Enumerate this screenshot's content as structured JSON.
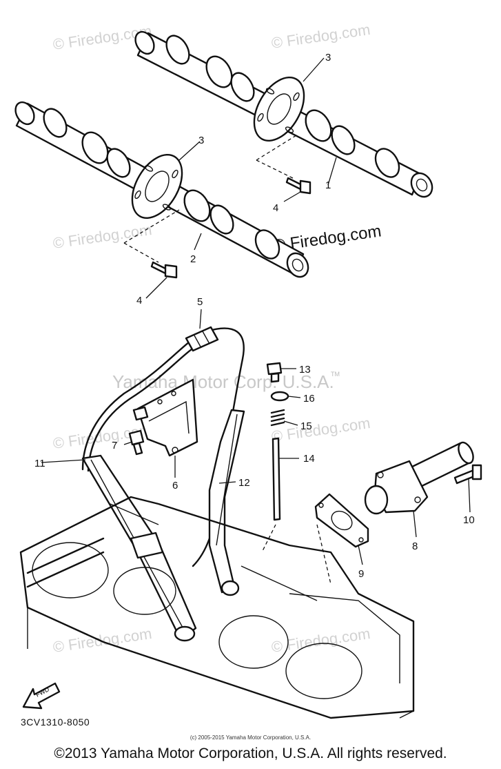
{
  "watermarks": {
    "site": "© Firedog.com",
    "corp": "Yamaha Motor Corp. U.S.A.",
    "tm": "TM"
  },
  "callouts": [
    "1",
    "2",
    "3",
    "3",
    "4",
    "4",
    "5",
    "6",
    "7",
    "8",
    "9",
    "10",
    "11",
    "12",
    "13",
    "14",
    "15",
    "16"
  ],
  "fwd_label": "FWD",
  "diagram_code": "3CV1310-8050",
  "small_copyright": "(c) 2005-2015 Yamaha Motor Corporation, U.S.A.",
  "footer_copyright": "©2013 Yamaha Motor Corporation, U.S.A. All rights reserved."
}
